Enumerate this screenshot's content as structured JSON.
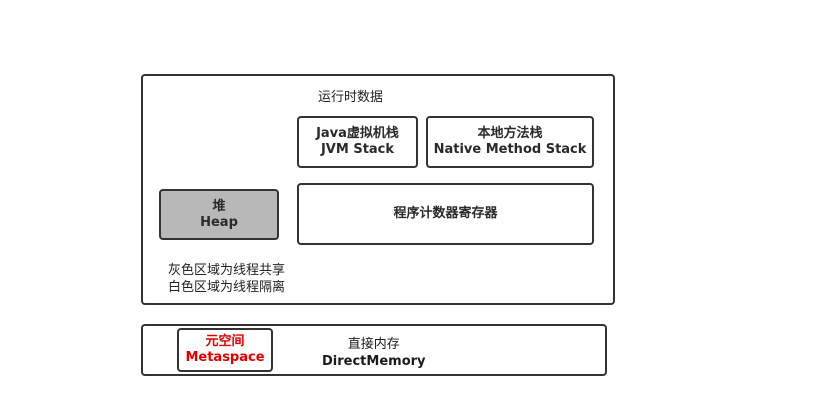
{
  "runtime_area": {
    "title": "运行时数据"
  },
  "jvm_stack": {
    "line1": "Java虚拟机栈",
    "line2": "JVM Stack"
  },
  "native_stack": {
    "line1": "本地方法栈",
    "line2": "Native Method Stack"
  },
  "pc_register": {
    "label": "程序计数器寄存器"
  },
  "heap": {
    "line1": "堆",
    "line2": "Heap",
    "fill_color": "#b8b8b8"
  },
  "legend": {
    "line1": "灰色区域为线程共享",
    "line2": "白色区域为线程隔离"
  },
  "direct_memory": {
    "line1": "直接内存",
    "line2": "DirectMemory"
  },
  "metaspace": {
    "line1": "元空间",
    "line2": "Metaspace",
    "text_color": "#e00000"
  }
}
